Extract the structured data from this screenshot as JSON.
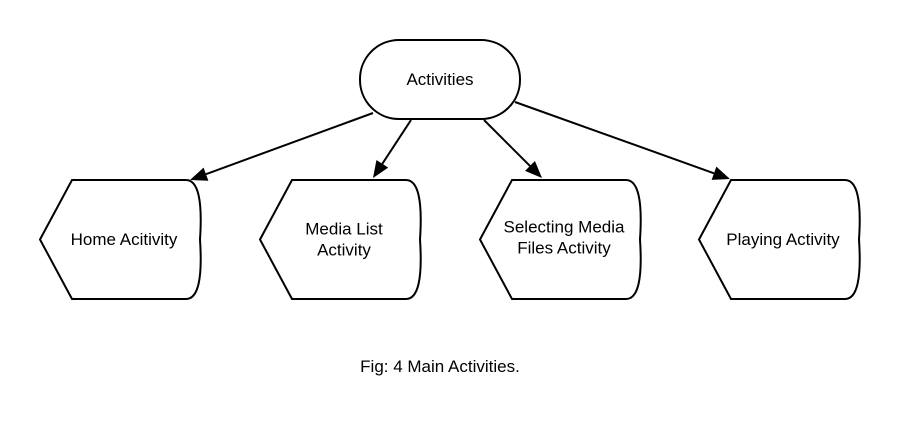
{
  "diagram": {
    "root": {
      "label": "Activities"
    },
    "children": [
      {
        "id": "home",
        "label": "Home Acitivity"
      },
      {
        "id": "media-list",
        "label": "Media List Activity"
      },
      {
        "id": "selecting-media-files",
        "label": "Selecting Media Files Activity"
      },
      {
        "id": "playing",
        "label": "Playing Activity"
      }
    ],
    "edges": [
      {
        "from": "root",
        "to": "home"
      },
      {
        "from": "root",
        "to": "media-list"
      },
      {
        "from": "root",
        "to": "selecting-media-files"
      },
      {
        "from": "root",
        "to": "playing"
      }
    ]
  },
  "caption": "Fig: 4 Main Activities.",
  "colors": {
    "stroke": "#000000",
    "fill": "#ffffff",
    "text": "#000000"
  }
}
